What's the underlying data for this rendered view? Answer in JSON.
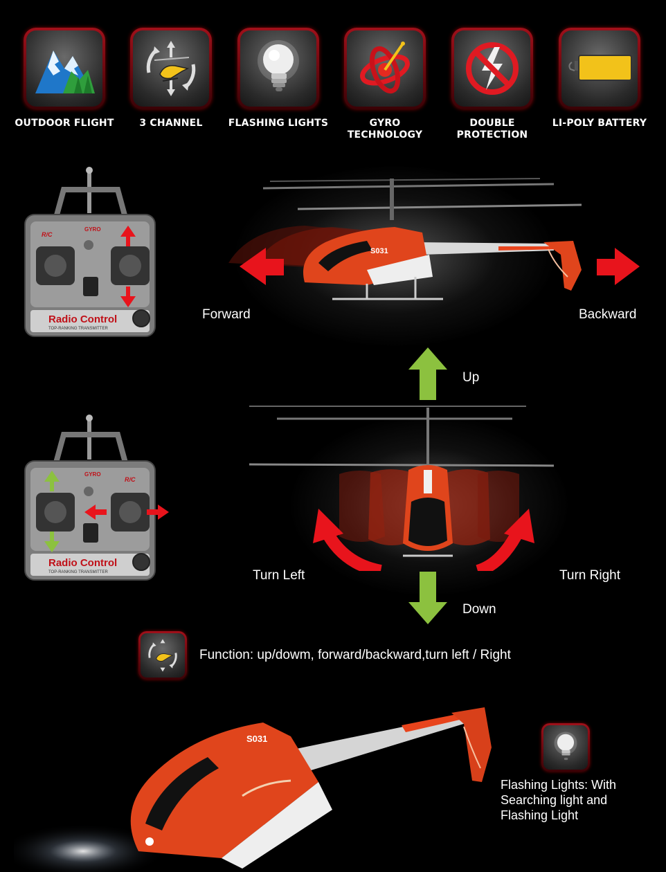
{
  "features": [
    {
      "label": "OUTDOOR FLIGHT",
      "icon": "mountain-icon"
    },
    {
      "label": "3 CHANNEL",
      "icon": "helicopter-arrows-icon"
    },
    {
      "label": "FLASHING LIGHTS",
      "icon": "light-bulb-icon"
    },
    {
      "label": "GYRO\nTECHNOLOGY",
      "icon": "gyro-icon"
    },
    {
      "label": "DOUBLE\nPROTECTION",
      "icon": "no-lightning-icon"
    },
    {
      "label": "LI-POLY BATTERY",
      "icon": "battery-icon"
    }
  ],
  "controller": {
    "brand": "Radio Control",
    "sub": "TOP-RANKING TRANSMITTER",
    "gyro": "GYRO",
    "rc": "R/C"
  },
  "directions": {
    "forward": "Forward",
    "backward": "Backward",
    "up": "Up",
    "down": "Down",
    "turn_left": "Turn Left",
    "turn_right": "Turn Right"
  },
  "helicopter_model": "S031",
  "function_text": "Function: up/dowm, forward/backward,turn left / Right",
  "lights_text": "Flashing Lights: With\nSearching light and\nFlashing Light",
  "colors": {
    "arrow_red": "#e8141c",
    "arrow_green": "#8cc13f",
    "tile_border": "#a0101a",
    "heli_orange": "#e0451c"
  }
}
